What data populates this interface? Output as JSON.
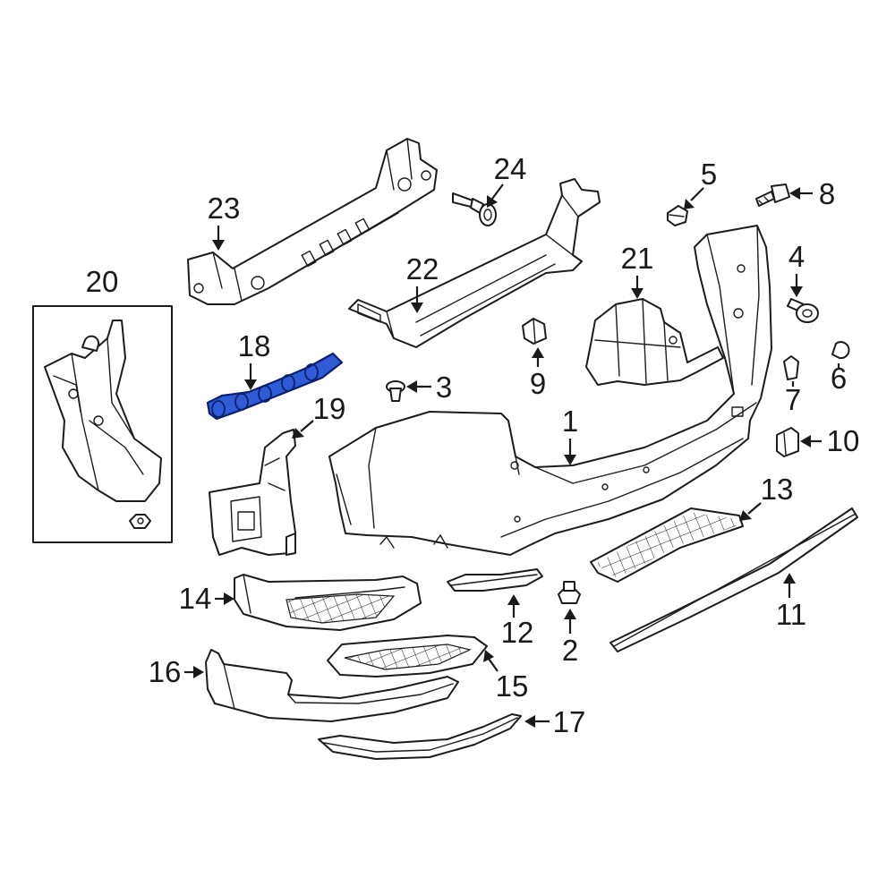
{
  "colors": {
    "line": "#1c1c1c",
    "highlight": "#2f5bd6",
    "highlight_outline": "#0d1f6b",
    "background": "#ffffff"
  },
  "highlighted_part": "18",
  "callouts": [
    {
      "id": "c1",
      "label": "1"
    },
    {
      "id": "c2",
      "label": "2"
    },
    {
      "id": "c3",
      "label": "3"
    },
    {
      "id": "c4",
      "label": "4"
    },
    {
      "id": "c5",
      "label": "5"
    },
    {
      "id": "c6",
      "label": "6"
    },
    {
      "id": "c7",
      "label": "7"
    },
    {
      "id": "c8",
      "label": "8"
    },
    {
      "id": "c9",
      "label": "9"
    },
    {
      "id": "c10",
      "label": "10"
    },
    {
      "id": "c11",
      "label": "11"
    },
    {
      "id": "c12",
      "label": "12"
    },
    {
      "id": "c13",
      "label": "13"
    },
    {
      "id": "c14",
      "label": "14"
    },
    {
      "id": "c15",
      "label": "15"
    },
    {
      "id": "c16",
      "label": "16"
    },
    {
      "id": "c17",
      "label": "17"
    },
    {
      "id": "c18",
      "label": "18"
    },
    {
      "id": "c19",
      "label": "19"
    },
    {
      "id": "c20",
      "label": "20"
    },
    {
      "id": "c21",
      "label": "21"
    },
    {
      "id": "c22",
      "label": "22"
    },
    {
      "id": "c23",
      "label": "23"
    },
    {
      "id": "c24",
      "label": "24"
    }
  ]
}
